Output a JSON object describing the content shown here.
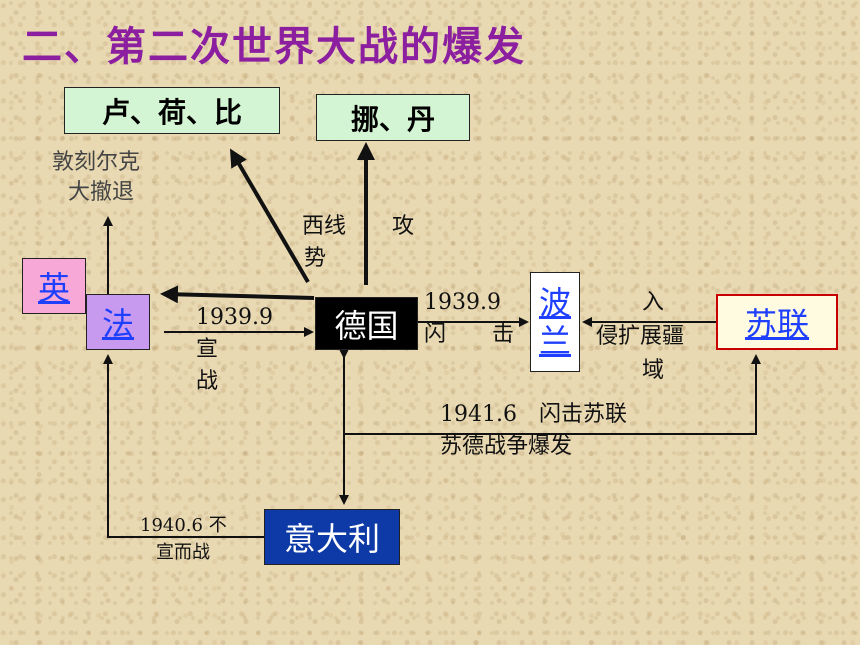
{
  "title": "二、第二次世界大战的爆发",
  "boxes": {
    "lu_he_bi": "卢、荷、比",
    "nuo_dan": "挪、丹",
    "ying": "英",
    "fa": "法",
    "deguo": "德国",
    "bo": "波",
    "lan": "兰",
    "sulian": "苏联",
    "yidali": "意大利"
  },
  "labels": {
    "dunkirk_1": "敦刻尔克",
    "dunkirk_2": "大撤退",
    "west_1": "西线",
    "west_2": "攻",
    "west_3": "势",
    "declare_date": "1939.9",
    "declare_1": "宣",
    "declare_2": "战",
    "blitz_date": "1939.9",
    "blitz_1": "闪",
    "blitz_2": "击",
    "expand_1": "入",
    "expand_2": "侵扩展疆",
    "expand_3": "域",
    "ussr_1": "1941.6　闪击苏联",
    "ussr_2": "苏德战争爆发",
    "italy_1": "1940.6 不",
    "italy_2": "宣而战"
  }
}
